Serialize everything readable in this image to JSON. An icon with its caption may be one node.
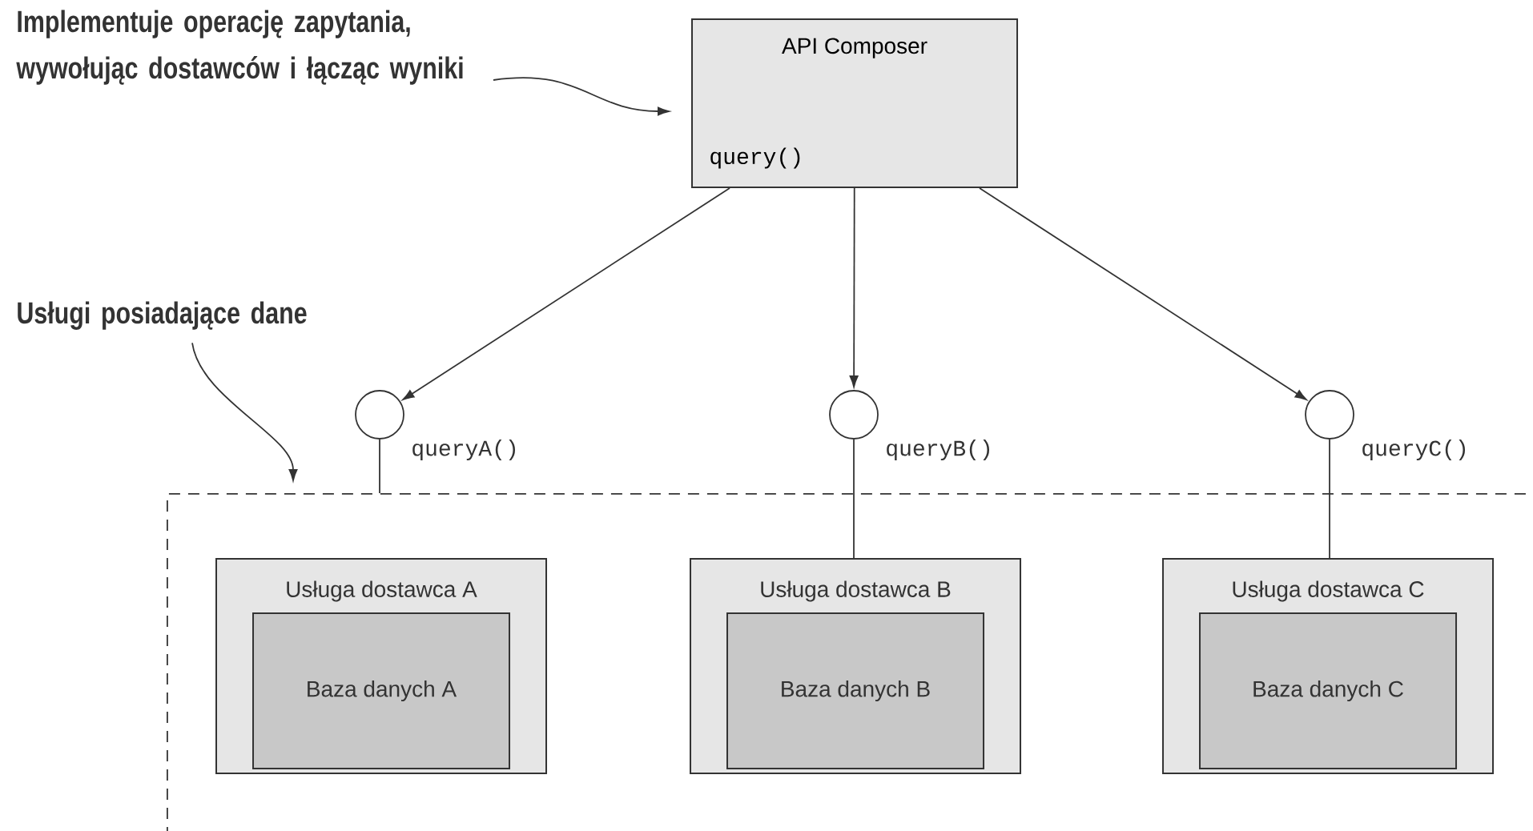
{
  "diagram": {
    "nodes": [
      {
        "text": [
          "Implementuje operację zapytania, wywołując dostawców i łącząc wyniki"
        ]
      },
      {
        "text": [
          "API Composer",
          "query()"
        ]
      },
      {
        "text": [
          "Usługi posiadające dane"
        ]
      },
      {
        "text": [],
        "shape": "circle",
        "beside": [
          "queryA()"
        ]
      },
      {
        "text": [],
        "shape": "circle",
        "beside": [
          "queryB()"
        ]
      },
      {
        "text": [],
        "shape": "circle",
        "beside": [
          "queryC()"
        ]
      },
      {
        "text": [],
        "shape": "box"
      },
      {
        "text": [
          "Usługa dostawca A"
        ],
        "in": 6
      },
      {
        "text": [
          "Baza danych A"
        ],
        "in": 7
      },
      {
        "text": [
          "Usługa dostawca B"
        ],
        "in": 6
      },
      {
        "text": [
          "Baza danych B"
        ],
        "in": 9
      },
      {
        "text": [
          "Usługa dostawca C"
        ],
        "in": 6
      },
      {
        "text": [
          "Baza danych C"
        ],
        "in": 11
      }
    ],
    "edges": [
      {
        "from": 0,
        "to": 1,
        "arrow": "to"
      },
      {
        "from": 2,
        "to": 6,
        "arrow": "to"
      },
      {
        "from": 1,
        "to": 3,
        "arrow": "to"
      },
      {
        "from": 1,
        "to": 4,
        "arrow": "to"
      },
      {
        "from": 1,
        "to": 5,
        "arrow": "to"
      },
      {
        "from": 3,
        "to": 6,
        "arrow": "none"
      },
      {
        "from": 4,
        "to": 9,
        "arrow": "none"
      },
      {
        "from": 5,
        "to": 11,
        "arrow": "none"
      }
    ]
  }
}
